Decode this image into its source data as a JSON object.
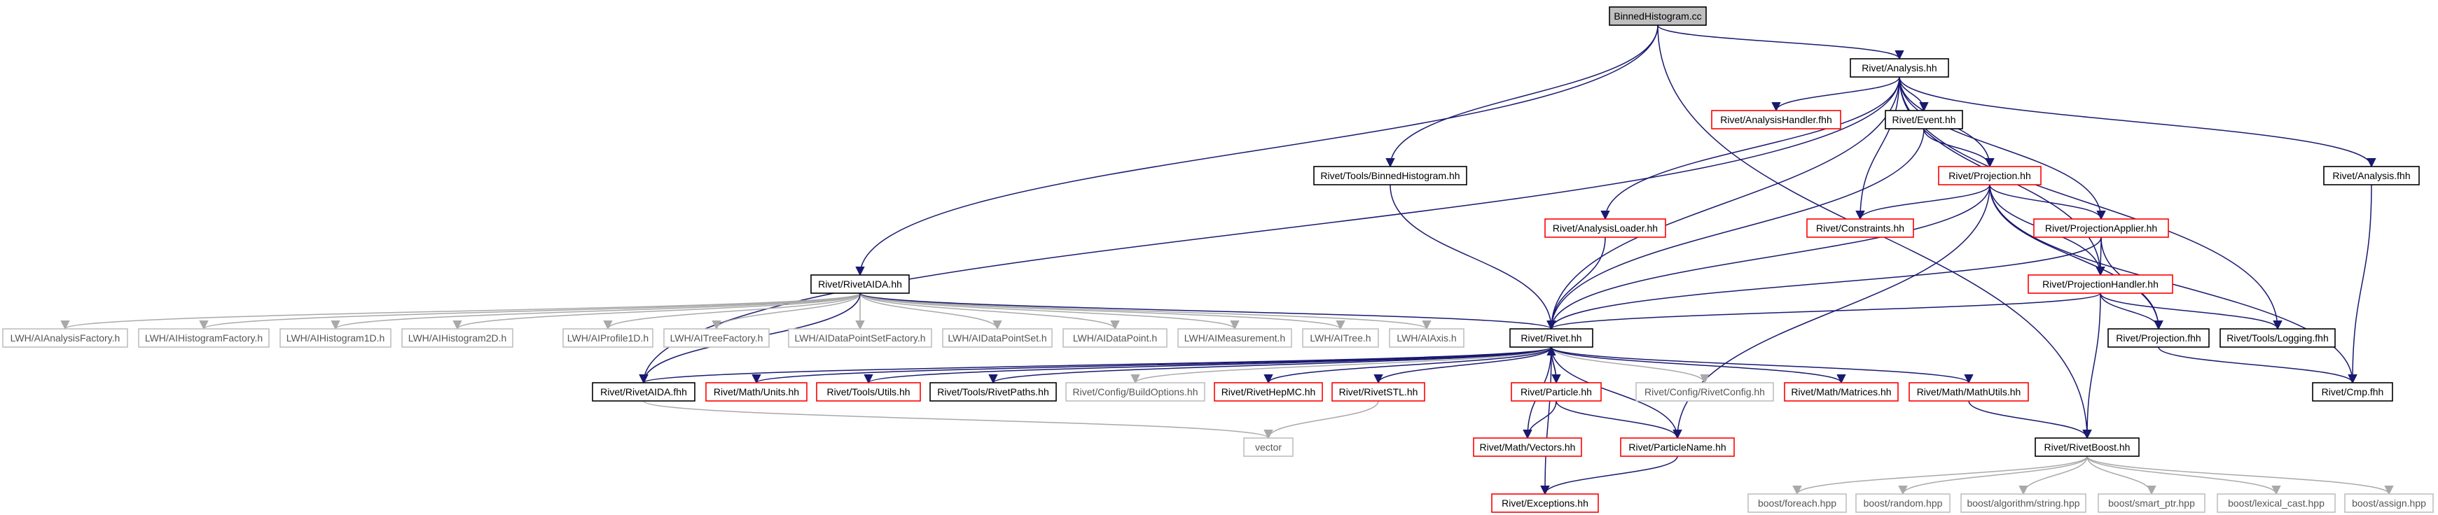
{
  "palette": {
    "edge_primary": "#191970",
    "edge_secondary": "#a9a9a9",
    "border_black": "#000000",
    "border_red": "#ff0000",
    "border_grey": "#bfbfbf",
    "root_fill": "#bfbfbf",
    "text": "#000000",
    "text_grey": "#555555"
  },
  "nodes": [
    {
      "id": "root",
      "label": "BinnedHistogram.cc",
      "style": "root"
    },
    {
      "id": "analysis_hh",
      "label": "Rivet/Analysis.hh",
      "style": "black"
    },
    {
      "id": "binned_hh",
      "label": "Rivet/Tools/BinnedHistogram.hh",
      "style": "black"
    },
    {
      "id": "analysishandler_fhh",
      "label": "Rivet/AnalysisHandler.fhh",
      "style": "red"
    },
    {
      "id": "event_hh",
      "label": "Rivet/Event.hh",
      "style": "black"
    },
    {
      "id": "analysis_fhh",
      "label": "Rivet/Analysis.fhh",
      "style": "black"
    },
    {
      "id": "projection_hh",
      "label": "Rivet/Projection.hh",
      "style": "red"
    },
    {
      "id": "analysisloader_hh",
      "label": "Rivet/AnalysisLoader.hh",
      "style": "red"
    },
    {
      "id": "constraints_hh",
      "label": "Rivet/Constraints.hh",
      "style": "red"
    },
    {
      "id": "projapplier_hh",
      "label": "Rivet/ProjectionApplier.hh",
      "style": "red"
    },
    {
      "id": "projhandler_hh",
      "label": "Rivet/ProjectionHandler.hh",
      "style": "red"
    },
    {
      "id": "rivetaida_hh",
      "label": "Rivet/RivetAIDA.hh",
      "style": "black"
    },
    {
      "id": "lwh_analysisfactory",
      "label": "LWH/AIAnalysisFactory.h",
      "style": "grey"
    },
    {
      "id": "lwh_histogramfactory",
      "label": "LWH/AIHistogramFactory.h",
      "style": "grey"
    },
    {
      "id": "lwh_histogram1d",
      "label": "LWH/AIHistogram1D.h",
      "style": "grey"
    },
    {
      "id": "lwh_histogram2d",
      "label": "LWH/AIHistogram2D.h",
      "style": "grey"
    },
    {
      "id": "lwh_profile1d",
      "label": "LWH/AIProfile1D.h",
      "style": "grey"
    },
    {
      "id": "lwh_treefactory",
      "label": "LWH/AITreeFactory.h",
      "style": "grey"
    },
    {
      "id": "lwh_dpsfactory",
      "label": "LWH/AIDataPointSetFactory.h",
      "style": "grey"
    },
    {
      "id": "lwh_dps",
      "label": "LWH/AIDataPointSet.h",
      "style": "grey"
    },
    {
      "id": "lwh_dp",
      "label": "LWH/AIDataPoint.h",
      "style": "grey"
    },
    {
      "id": "lwh_measurement",
      "label": "LWH/AIMeasurement.h",
      "style": "grey"
    },
    {
      "id": "lwh_tree",
      "label": "LWH/AITree.h",
      "style": "grey"
    },
    {
      "id": "lwh_axis",
      "label": "LWH/AIAxis.h",
      "style": "grey"
    },
    {
      "id": "rivet_hh",
      "label": "Rivet/Rivet.hh",
      "style": "black"
    },
    {
      "id": "projection_fhh",
      "label": "Rivet/Projection.fhh",
      "style": "black"
    },
    {
      "id": "logging_fhh",
      "label": "Rivet/Tools/Logging.fhh",
      "style": "black"
    },
    {
      "id": "rivetaida_fhh",
      "label": "Rivet/RivetAIDA.fhh",
      "style": "black"
    },
    {
      "id": "units_hh",
      "label": "Rivet/Math/Units.hh",
      "style": "red"
    },
    {
      "id": "utils_hh",
      "label": "Rivet/Tools/Utils.hh",
      "style": "red"
    },
    {
      "id": "rivetpaths_hh",
      "label": "Rivet/Tools/RivetPaths.hh",
      "style": "black"
    },
    {
      "id": "buildoptions_hh",
      "label": "Rivet/Config/BuildOptions.hh",
      "style": "grey"
    },
    {
      "id": "rivethepmc_hh",
      "label": "Rivet/RivetHepMC.hh",
      "style": "red"
    },
    {
      "id": "rivetstl_hh",
      "label": "Rivet/RivetSTL.hh",
      "style": "red"
    },
    {
      "id": "particle_hh",
      "label": "Rivet/Particle.hh",
      "style": "red"
    },
    {
      "id": "rivetconfig_hh",
      "label": "Rivet/Config/RivetConfig.hh",
      "style": "grey"
    },
    {
      "id": "matrices_hh",
      "label": "Rivet/Math/Matrices.hh",
      "style": "red"
    },
    {
      "id": "mathutils_hh",
      "label": "Rivet/Math/MathUtils.hh",
      "style": "red"
    },
    {
      "id": "cmp_fhh",
      "label": "Rivet/Cmp.fhh",
      "style": "black"
    },
    {
      "id": "vector",
      "label": "vector",
      "style": "grey"
    },
    {
      "id": "vectors_hh",
      "label": "Rivet/Math/Vectors.hh",
      "style": "red"
    },
    {
      "id": "particlename_hh",
      "label": "Rivet/ParticleName.hh",
      "style": "red"
    },
    {
      "id": "rivetboost_hh",
      "label": "Rivet/RivetBoost.hh",
      "style": "black"
    },
    {
      "id": "exceptions_hh",
      "label": "Rivet/Exceptions.hh",
      "style": "red"
    },
    {
      "id": "boost_foreach",
      "label": "boost/foreach.hpp",
      "style": "grey"
    },
    {
      "id": "boost_random",
      "label": "boost/random.hpp",
      "style": "grey"
    },
    {
      "id": "boost_algorithm",
      "label": "boost/algorithm/string.hpp",
      "style": "grey"
    },
    {
      "id": "boost_smartptr",
      "label": "boost/smart_ptr.hpp",
      "style": "grey"
    },
    {
      "id": "boost_lexicalcast",
      "label": "boost/lexical_cast.hpp",
      "style": "grey"
    },
    {
      "id": "boost_assign",
      "label": "boost/assign.hpp",
      "style": "grey"
    }
  ],
  "edges": [
    [
      "root",
      "analysis_hh"
    ],
    [
      "root",
      "binned_hh"
    ],
    [
      "root",
      "rivetaida_hh"
    ],
    [
      "root",
      "rivetboost_hh"
    ],
    [
      "analysis_hh",
      "analysishandler_fhh"
    ],
    [
      "analysis_hh",
      "event_hh"
    ],
    [
      "analysis_hh",
      "analysis_fhh"
    ],
    [
      "analysis_hh",
      "projection_hh"
    ],
    [
      "analysis_hh",
      "analysisloader_hh"
    ],
    [
      "analysis_hh",
      "constraints_hh"
    ],
    [
      "analysis_hh",
      "projapplier_hh"
    ],
    [
      "analysis_hh",
      "projhandler_hh"
    ],
    [
      "analysis_hh",
      "rivet_hh"
    ],
    [
      "analysis_hh",
      "logging_fhh"
    ],
    [
      "analysis_hh",
      "rivetaida_fhh"
    ],
    [
      "binned_hh",
      "rivet_hh"
    ],
    [
      "event_hh",
      "projection_hh"
    ],
    [
      "event_hh",
      "rivet_hh"
    ],
    [
      "analysis_fhh",
      "cmp_fhh"
    ],
    [
      "projection_hh",
      "constraints_hh"
    ],
    [
      "projection_hh",
      "projapplier_hh"
    ],
    [
      "projection_hh",
      "projhandler_hh"
    ],
    [
      "projection_hh",
      "rivet_hh"
    ],
    [
      "projection_hh",
      "projection_fhh"
    ],
    [
      "projection_hh",
      "cmp_fhh"
    ],
    [
      "projection_hh",
      "particlename_hh"
    ],
    [
      "analysisloader_hh",
      "rivet_hh"
    ],
    [
      "projapplier_hh",
      "projhandler_hh"
    ],
    [
      "projapplier_hh",
      "rivet_hh"
    ],
    [
      "projapplier_hh",
      "projection_fhh"
    ],
    [
      "projhandler_hh",
      "rivet_hh"
    ],
    [
      "projhandler_hh",
      "projection_fhh"
    ],
    [
      "projhandler_hh",
      "logging_fhh"
    ],
    [
      "projhandler_hh",
      "rivetboost_hh"
    ],
    [
      "rivetaida_hh",
      "lwh_analysisfactory"
    ],
    [
      "rivetaida_hh",
      "lwh_histogramfactory"
    ],
    [
      "rivetaida_hh",
      "lwh_histogram1d"
    ],
    [
      "rivetaida_hh",
      "lwh_histogram2d"
    ],
    [
      "rivetaida_hh",
      "lwh_profile1d"
    ],
    [
      "rivetaida_hh",
      "lwh_treefactory"
    ],
    [
      "rivetaida_hh",
      "lwh_dpsfactory"
    ],
    [
      "rivetaida_hh",
      "lwh_dps"
    ],
    [
      "rivetaida_hh",
      "lwh_dp"
    ],
    [
      "rivetaida_hh",
      "lwh_measurement"
    ],
    [
      "rivetaida_hh",
      "lwh_tree"
    ],
    [
      "rivetaida_hh",
      "lwh_axis"
    ],
    [
      "rivetaida_hh",
      "rivet_hh"
    ],
    [
      "rivetaida_hh",
      "rivetaida_fhh"
    ],
    [
      "rivet_hh",
      "rivetaida_fhh"
    ],
    [
      "rivet_hh",
      "units_hh"
    ],
    [
      "rivet_hh",
      "utils_hh"
    ],
    [
      "rivet_hh",
      "rivetpaths_hh"
    ],
    [
      "rivet_hh",
      "buildoptions_hh"
    ],
    [
      "rivet_hh",
      "rivethepmc_hh"
    ],
    [
      "rivet_hh",
      "rivetstl_hh"
    ],
    [
      "rivet_hh",
      "particle_hh"
    ],
    [
      "rivet_hh",
      "rivetconfig_hh"
    ],
    [
      "rivet_hh",
      "matrices_hh"
    ],
    [
      "rivet_hh",
      "mathutils_hh"
    ],
    [
      "rivet_hh",
      "vectors_hh"
    ],
    [
      "rivet_hh",
      "particlename_hh"
    ],
    [
      "rivet_hh",
      "exceptions_hh"
    ],
    [
      "rivetaida_fhh",
      "vector"
    ],
    [
      "rivetstl_hh",
      "vector"
    ],
    [
      "particle_hh",
      "rivet_hh"
    ],
    [
      "particle_hh",
      "vectors_hh"
    ],
    [
      "particle_hh",
      "particlename_hh"
    ],
    [
      "particlename_hh",
      "exceptions_hh"
    ],
    [
      "mathutils_hh",
      "rivetboost_hh"
    ],
    [
      "projection_fhh",
      "cmp_fhh"
    ],
    [
      "rivetboost_hh",
      "boost_foreach"
    ],
    [
      "rivetboost_hh",
      "boost_random"
    ],
    [
      "rivetboost_hh",
      "boost_algorithm"
    ],
    [
      "rivetboost_hh",
      "boost_smartptr"
    ],
    [
      "rivetboost_hh",
      "boost_lexicalcast"
    ],
    [
      "rivetboost_hh",
      "boost_assign"
    ]
  ],
  "secondary_edges": [
    [
      "rivetaida_fhh",
      "vector"
    ],
    [
      "rivetstl_hh",
      "vector"
    ],
    [
      "rivet_hh",
      "buildoptions_hh"
    ],
    [
      "rivet_hh",
      "rivetconfig_hh"
    ],
    [
      "rivetaida_hh",
      "lwh_analysisfactory"
    ],
    [
      "rivetaida_hh",
      "lwh_histogramfactory"
    ],
    [
      "rivetaida_hh",
      "lwh_histogram1d"
    ],
    [
      "rivetaida_hh",
      "lwh_histogram2d"
    ],
    [
      "rivetaida_hh",
      "lwh_profile1d"
    ],
    [
      "rivetaida_hh",
      "lwh_treefactory"
    ],
    [
      "rivetaida_hh",
      "lwh_dpsfactory"
    ],
    [
      "rivetaida_hh",
      "lwh_dps"
    ],
    [
      "rivetaida_hh",
      "lwh_dp"
    ],
    [
      "rivetaida_hh",
      "lwh_measurement"
    ],
    [
      "rivetaida_hh",
      "lwh_tree"
    ],
    [
      "rivetaida_hh",
      "lwh_axis"
    ],
    [
      "rivetboost_hh",
      "boost_foreach"
    ],
    [
      "rivetboost_hh",
      "boost_random"
    ],
    [
      "rivetboost_hh",
      "boost_algorithm"
    ],
    [
      "rivetboost_hh",
      "boost_smartptr"
    ],
    [
      "rivetboost_hh",
      "boost_lexicalcast"
    ],
    [
      "rivetboost_hh",
      "boost_assign"
    ]
  ]
}
